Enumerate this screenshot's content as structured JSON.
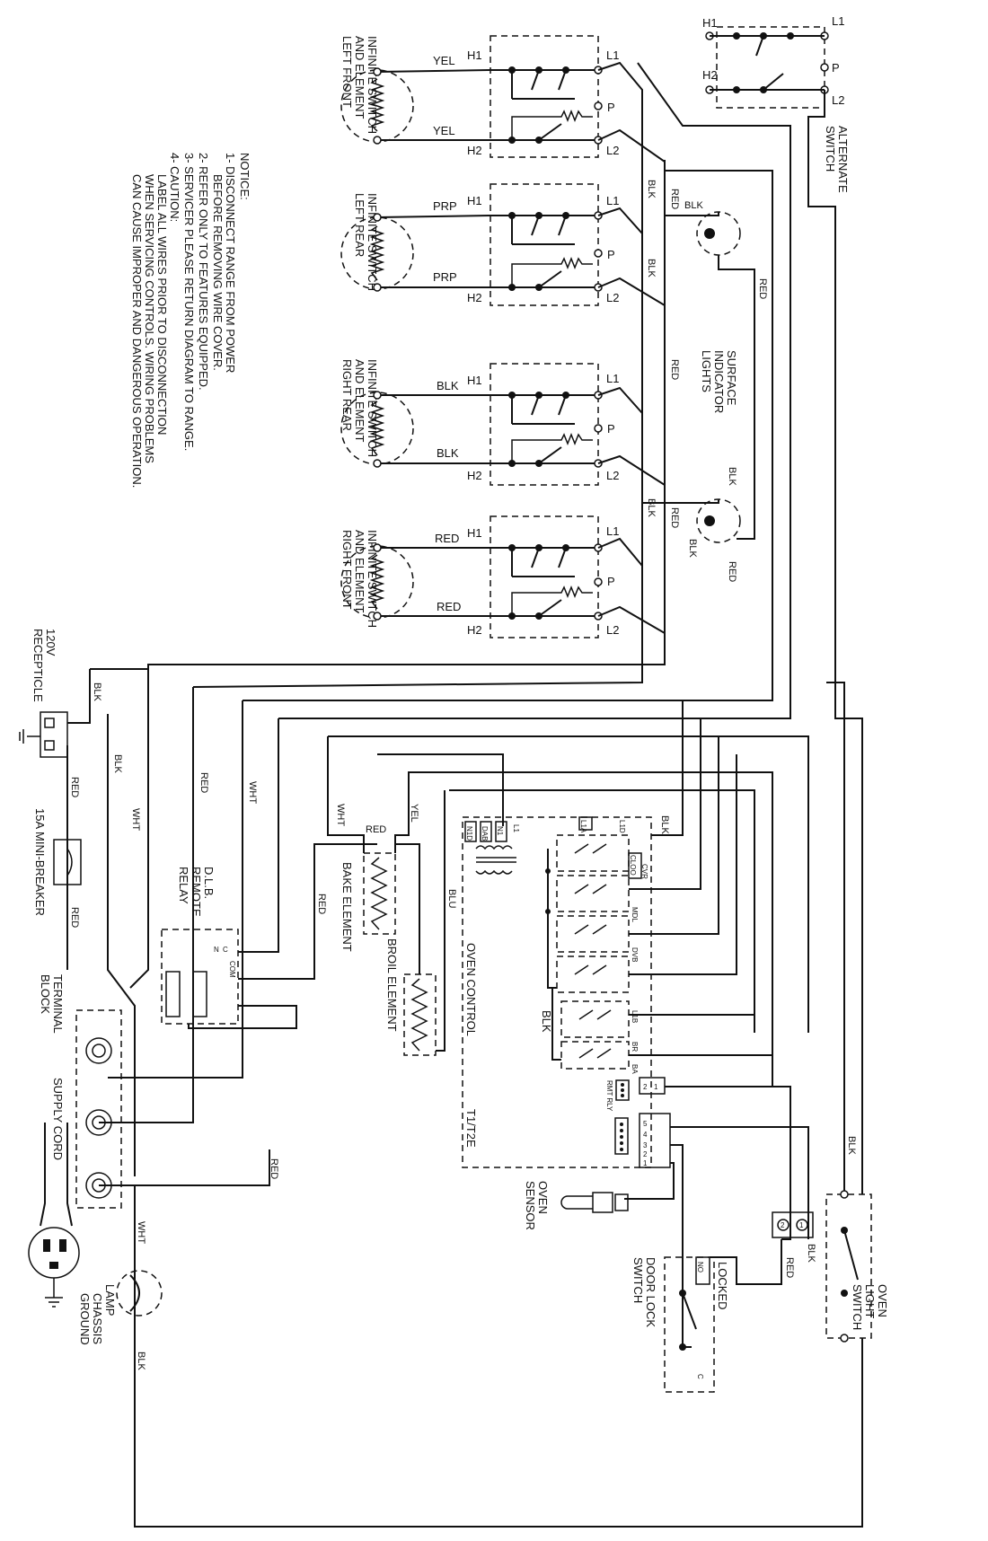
{
  "notice": {
    "title": "NOTICE:",
    "lines": [
      "1- DISCONNECT RANGE FROM POWER",
      "BEFORE REMOVING WIRE COVER.",
      "2- REFER ONLY TO FEATURES EQUIPPED.",
      "3- SERVICER PLEASE RETURN DIAGRAM TO RANGE.",
      "4- CAUTION:",
      "LABEL ALL WIRES PRIOR TO DISCONNECTION",
      "WHEN SERVICING CONTROLS. WIRING PROBLEMS",
      "CAN CAUSE IMPROPER AND DANGEROUS OPERATION."
    ]
  },
  "infinite_switches": [
    {
      "label_lines": [
        "INFINITE SWITCH",
        "AND ELEMENT",
        "LEFT FRONT"
      ],
      "wire": "YEL"
    },
    {
      "label_lines": [
        "INFINITE SWITCH",
        "LEFT REAR"
      ],
      "wire": "PRP"
    },
    {
      "label_lines": [
        "INFINITE SWITCH",
        "AND ELEMENT",
        "RIGHT REAR"
      ],
      "wire": "BLK"
    },
    {
      "label_lines": [
        "INFINITE SWITCH",
        "AND ELEMENT",
        "RIGHT FRONT"
      ],
      "wire": "RED"
    }
  ],
  "switch_terminals": {
    "h1": "H1",
    "h2": "H2",
    "l1": "L1",
    "l2": "L2",
    "p": "P"
  },
  "alternate_switch": {
    "label_lines": [
      "ALTERNATE",
      "SWITCH"
    ]
  },
  "surface_lights": {
    "label_lines": [
      "SURFACE",
      "INDICATOR",
      "LIGHTS"
    ]
  },
  "wire_labels": {
    "blk": "BLK",
    "red": "RED",
    "wht": "WHT",
    "yel": "YEL",
    "blu": "BLU"
  },
  "receptacle": {
    "label_lines": [
      "120V",
      "RECEPTICLE"
    ]
  },
  "breaker": {
    "label": "15A MINI-BREAKER"
  },
  "terminal_block": {
    "label_lines": [
      "TERMINAL",
      "BLOCK"
    ]
  },
  "supply_cord": {
    "label": "SUPPLY CORD"
  },
  "chassis_ground": {
    "label_lines": [
      "CHASSIS",
      "GROUND"
    ]
  },
  "lamp": {
    "label": "LAMP"
  },
  "dlb_relay": {
    "label_lines": [
      "D.L.B.",
      "REMOTE",
      "RELAY"
    ],
    "pins": [
      "N",
      "C",
      "COM"
    ]
  },
  "bake_element": {
    "label": "BAKE ELEMENT"
  },
  "broil_element": {
    "label": "BROIL ELEMENT"
  },
  "oven_control": {
    "label": "OVEN CONTROL",
    "model": "T1/T2E",
    "relay_labels": [
      "L1A",
      "L1D",
      "CLOO",
      "CVR",
      "MDL",
      "DVB",
      "L1B",
      "BR",
      "BA",
      "RMT RLY"
    ],
    "transformer_labels": [
      "N1D",
      "DAB",
      "N1",
      "L1"
    ],
    "sub_label": "BLK"
  },
  "oven_sensor": {
    "label_lines": [
      "OVEN",
      "SENSOR"
    ]
  },
  "door_lock_switch": {
    "label_lines": [
      "DOOR LOCK",
      "SWITCH"
    ],
    "state": "LOCKED",
    "contacts": [
      "NO",
      "C"
    ]
  },
  "oven_light_switch": {
    "label_lines": [
      "OVEN",
      "LIGHT",
      "SWITCH"
    ]
  },
  "connector": {
    "pins": [
      "1",
      "2",
      "3",
      "4",
      "5"
    ]
  }
}
